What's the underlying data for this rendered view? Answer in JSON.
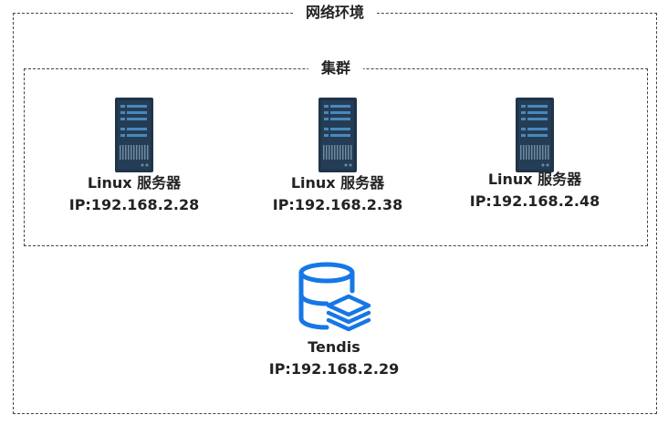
{
  "environment": {
    "title": "网络环境"
  },
  "cluster": {
    "title": "集群",
    "servers": [
      {
        "label": "Linux 服务器",
        "ip": "IP:192.168.2.28"
      },
      {
        "label": "Linux 服务器",
        "ip": "IP:192.168.2.38"
      },
      {
        "label": "Linux 服务器",
        "ip": "IP:192.168.2.48"
      }
    ]
  },
  "database": {
    "name": "Tendis",
    "ip": "IP:192.168.2.29",
    "icon": "database-stack-icon",
    "color": "#1677e6"
  },
  "server_icon": "server-rack-icon",
  "server_colors": {
    "body": "#1e3448",
    "panel": "#2c4b66",
    "slot": "#4a88bb"
  }
}
